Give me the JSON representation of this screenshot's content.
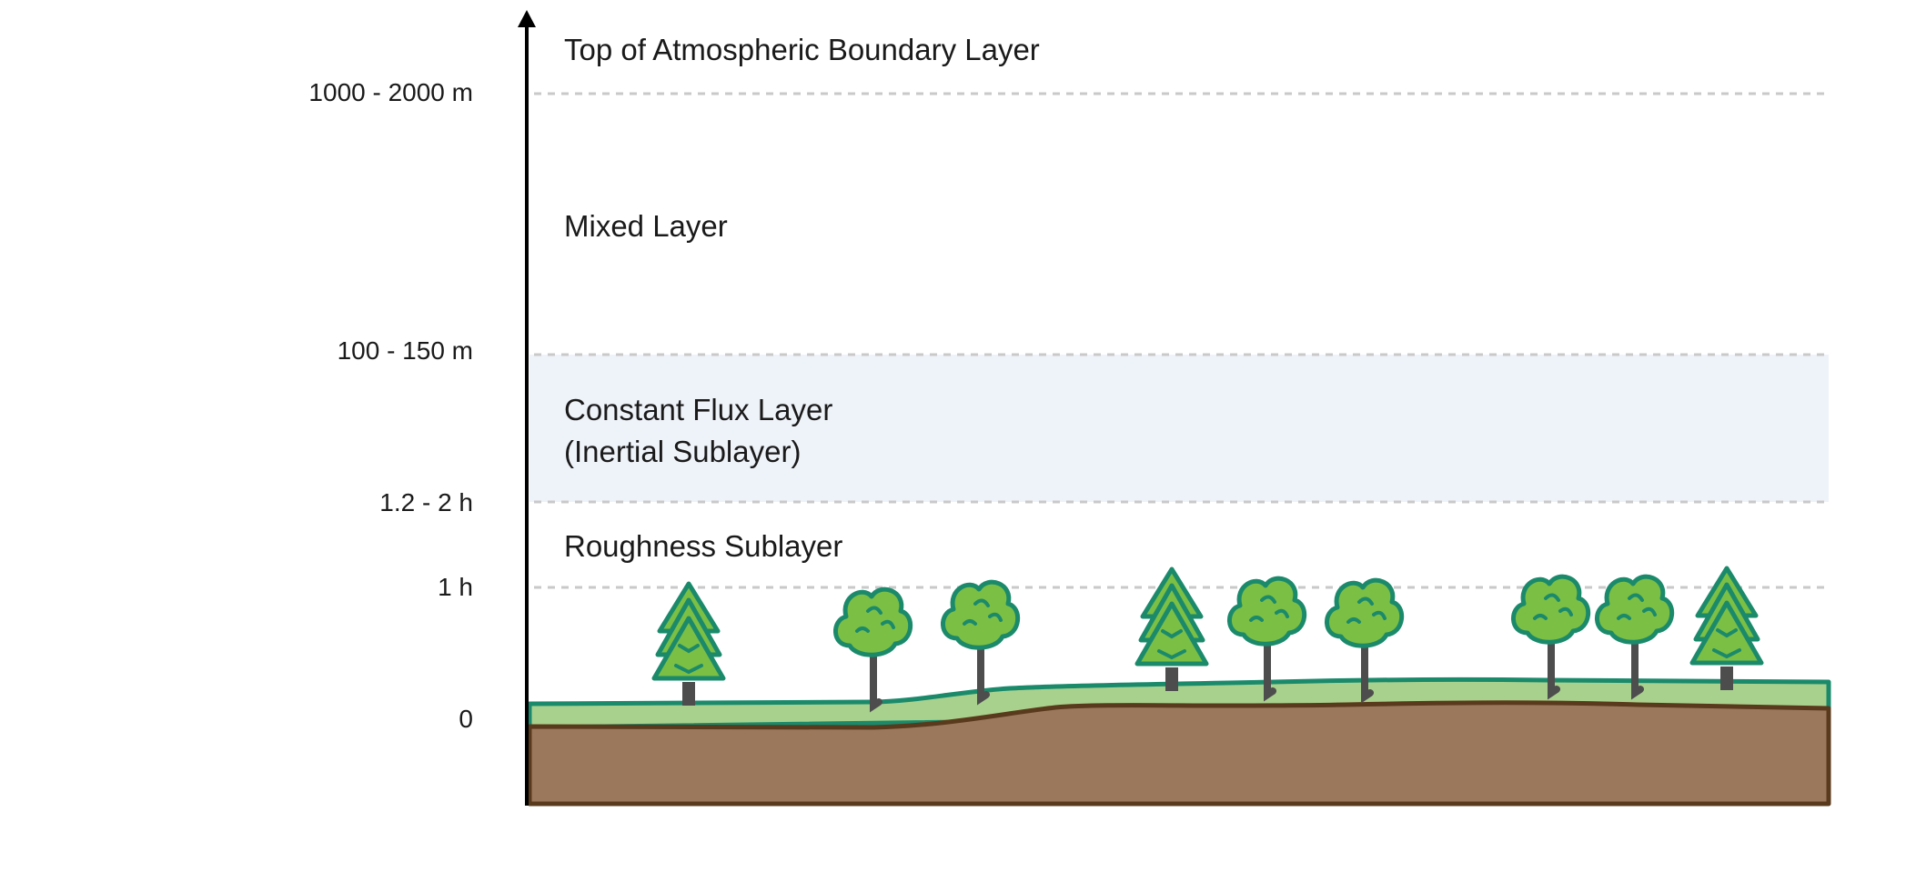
{
  "axis": {
    "ticks": {
      "top_abl": "1000 - 2000 m",
      "mixed_top": "100 - 150 m",
      "flux_top": "1.2 - 2 h",
      "canopy": "1 h",
      "ground": "0"
    }
  },
  "layers": {
    "top": "Top of Atmospheric Boundary Layer",
    "mixed": "Mixed Layer",
    "flux_line1": "Constant Flux Layer",
    "flux_line2": "(Inertial Sublayer)",
    "roughness": "Roughness Sublayer"
  },
  "colors": {
    "flux_band": "#eef2f9",
    "grass": "#a9d18e",
    "grass_outline": "#1b8a6b",
    "soil": "#9b785c",
    "soil_outline": "#5a3a1c",
    "foliage": "#7bbf44",
    "foliage_outline": "#1b8a6b",
    "trunk": "#4d4d4d",
    "guide": "#c9c9c9",
    "axis": "#000000"
  },
  "vegetation": {
    "icons": [
      "conifer-icon",
      "deciduous-tree-icon"
    ],
    "sequence": [
      "conifer",
      "deciduous",
      "deciduous",
      "conifer",
      "deciduous",
      "deciduous",
      "deciduous",
      "deciduous",
      "conifer"
    ]
  }
}
